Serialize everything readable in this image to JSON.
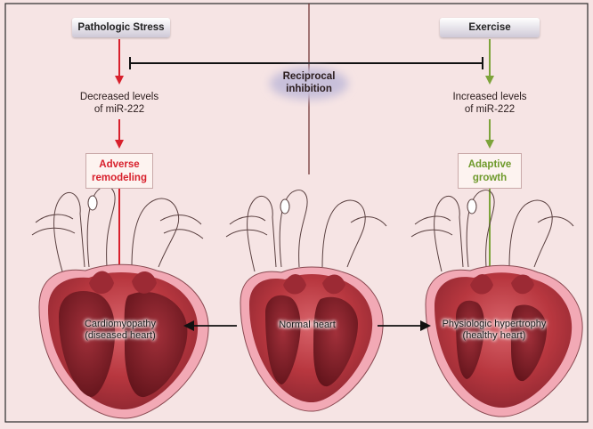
{
  "top_left_box": "Pathologic Stress",
  "top_right_box": "Exercise",
  "center_label": [
    "Reciprocal",
    "inhibition"
  ],
  "left_level": [
    "Decreased levels",
    "of miR-222"
  ],
  "right_level": [
    "Increased levels",
    "of miR-222"
  ],
  "left_outcome": [
    "Adverse",
    "remodeling"
  ],
  "right_outcome": [
    "Adaptive",
    "growth"
  ],
  "hearts": {
    "left": [
      "Cardiomyopathy",
      "(diseased heart)"
    ],
    "center": [
      "Normal heart"
    ],
    "right": [
      "Physiologic hypertrophy",
      "(healthy heart)"
    ]
  },
  "colors": {
    "background": "#f6e4e4",
    "pathologic_arrow": "#d8202c",
    "exercise_arrow": "#7da33a",
    "adverse_text": "#d8202c",
    "adaptive_text": "#6f9a2c",
    "heart_outer": "#f2a9b5",
    "heart_muscle": "#b83a3f",
    "heart_chamber": "#7a1a24"
  }
}
